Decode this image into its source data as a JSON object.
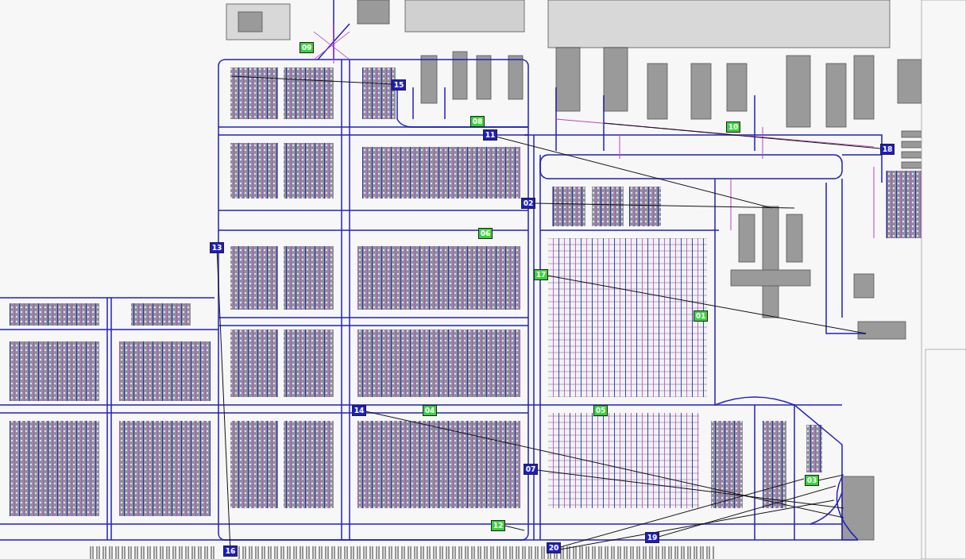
{
  "diagram": {
    "nodes": [
      {
        "text": [
          "09"
        ]
      },
      {
        "text": [
          "15"
        ]
      },
      {
        "text": [
          "08"
        ]
      },
      {
        "text": [
          "11"
        ]
      },
      {
        "text": [
          "10"
        ]
      },
      {
        "text": [
          "18"
        ]
      },
      {
        "text": [
          "02"
        ]
      },
      {
        "text": [
          "06"
        ]
      },
      {
        "text": [
          "13"
        ]
      },
      {
        "text": [
          "17"
        ]
      },
      {
        "text": [
          "01"
        ]
      },
      {
        "text": [
          "14"
        ]
      },
      {
        "text": [
          "04"
        ]
      },
      {
        "text": [
          "05"
        ]
      },
      {
        "text": [
          "07"
        ]
      },
      {
        "text": [
          "03"
        ]
      },
      {
        "text": [
          "12"
        ]
      },
      {
        "text": [
          "19"
        ]
      },
      {
        "text": [
          "20"
        ]
      },
      {
        "text": [
          "16"
        ]
      }
    ],
    "edges": [
      {
        "from": 8,
        "to": 19,
        "arrow": "none"
      }
    ]
  }
}
